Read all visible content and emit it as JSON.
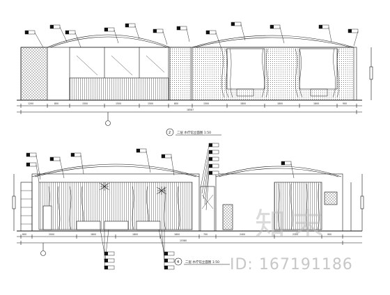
{
  "drawing": {
    "upper_title": "二层 水疗馆立面图 1:50",
    "lower_title": "二层 水疗馆立面图 1:50",
    "upper_marker": "2",
    "lower_marker": "4"
  },
  "watermark": {
    "logo_text": "知末",
    "id_text": "ID: 167191186"
  }
}
